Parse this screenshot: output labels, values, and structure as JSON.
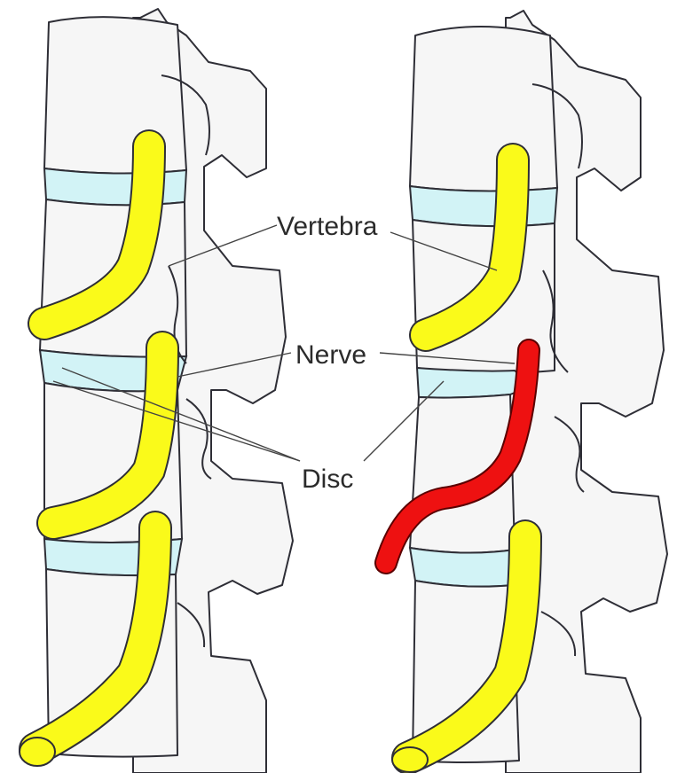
{
  "labels": {
    "vertebra": "Vertebra",
    "nerve": "Nerve",
    "disc": "Disc"
  },
  "colors": {
    "bone": "#f6f6f6",
    "disc": "#d2f3f6",
    "healthy_nerve": "#fafa1a",
    "pinched_nerve": "#ee1111",
    "outline": "#2e2e36"
  }
}
